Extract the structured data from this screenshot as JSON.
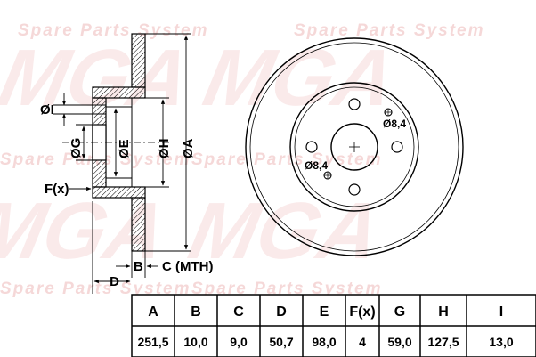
{
  "watermark": {
    "brand": "MGA",
    "tagline": "Spare Parts System",
    "color": "#f2c8c8"
  },
  "side_view": {
    "labels": {
      "I": "ØI",
      "G": "ØG",
      "E": "ØE",
      "H": "ØH",
      "A": "ØA",
      "F": "F(x)",
      "B": "B",
      "C": "C (MTH)",
      "D": "D"
    }
  },
  "front_view": {
    "hole_labels": [
      "Ø8,4",
      "Ø8,4"
    ]
  },
  "spec_table": {
    "headers": [
      "A",
      "B",
      "C",
      "D",
      "E",
      "F(x)",
      "G",
      "H",
      "I"
    ],
    "values": [
      "251,5",
      "10,0",
      "9,0",
      "50,7",
      "98,0",
      "4",
      "59,0",
      "127,5",
      "13,0"
    ]
  },
  "colors": {
    "line": "#000000",
    "hatch": "#000000"
  }
}
